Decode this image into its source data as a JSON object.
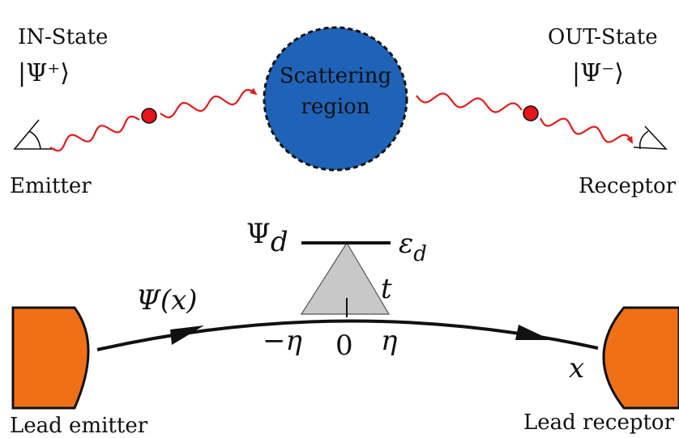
{
  "top": {
    "in_state": {
      "title": "IN-State",
      "ket": "|Ψ⁺⟩"
    },
    "out_state": {
      "title": "OUT-State",
      "ket": "|Ψ⁻⟩"
    },
    "scattering_region": {
      "line1": "Scattering",
      "line2": "region"
    },
    "emitter_label": "Emitter",
    "receptor_label": "Receptor"
  },
  "bottom": {
    "psi_d": "Ψ",
    "psi_d_sub": "d",
    "eps_d": "ε",
    "eps_d_sub": "d",
    "t_label": "t",
    "psi_x": "Ψ(x)",
    "minus_eta": "−η",
    "zero": "0",
    "eta": "η",
    "x_label": "x",
    "lead_emitter": "Lead emitter",
    "lead_receptor": "Lead receptor"
  },
  "colors": {
    "circle_fill": "#1f63b8",
    "wave": "#e31b1b",
    "particle": "#e8141c",
    "lead_fill": "#f07018",
    "triangle_fill": "#c8c8c8"
  }
}
